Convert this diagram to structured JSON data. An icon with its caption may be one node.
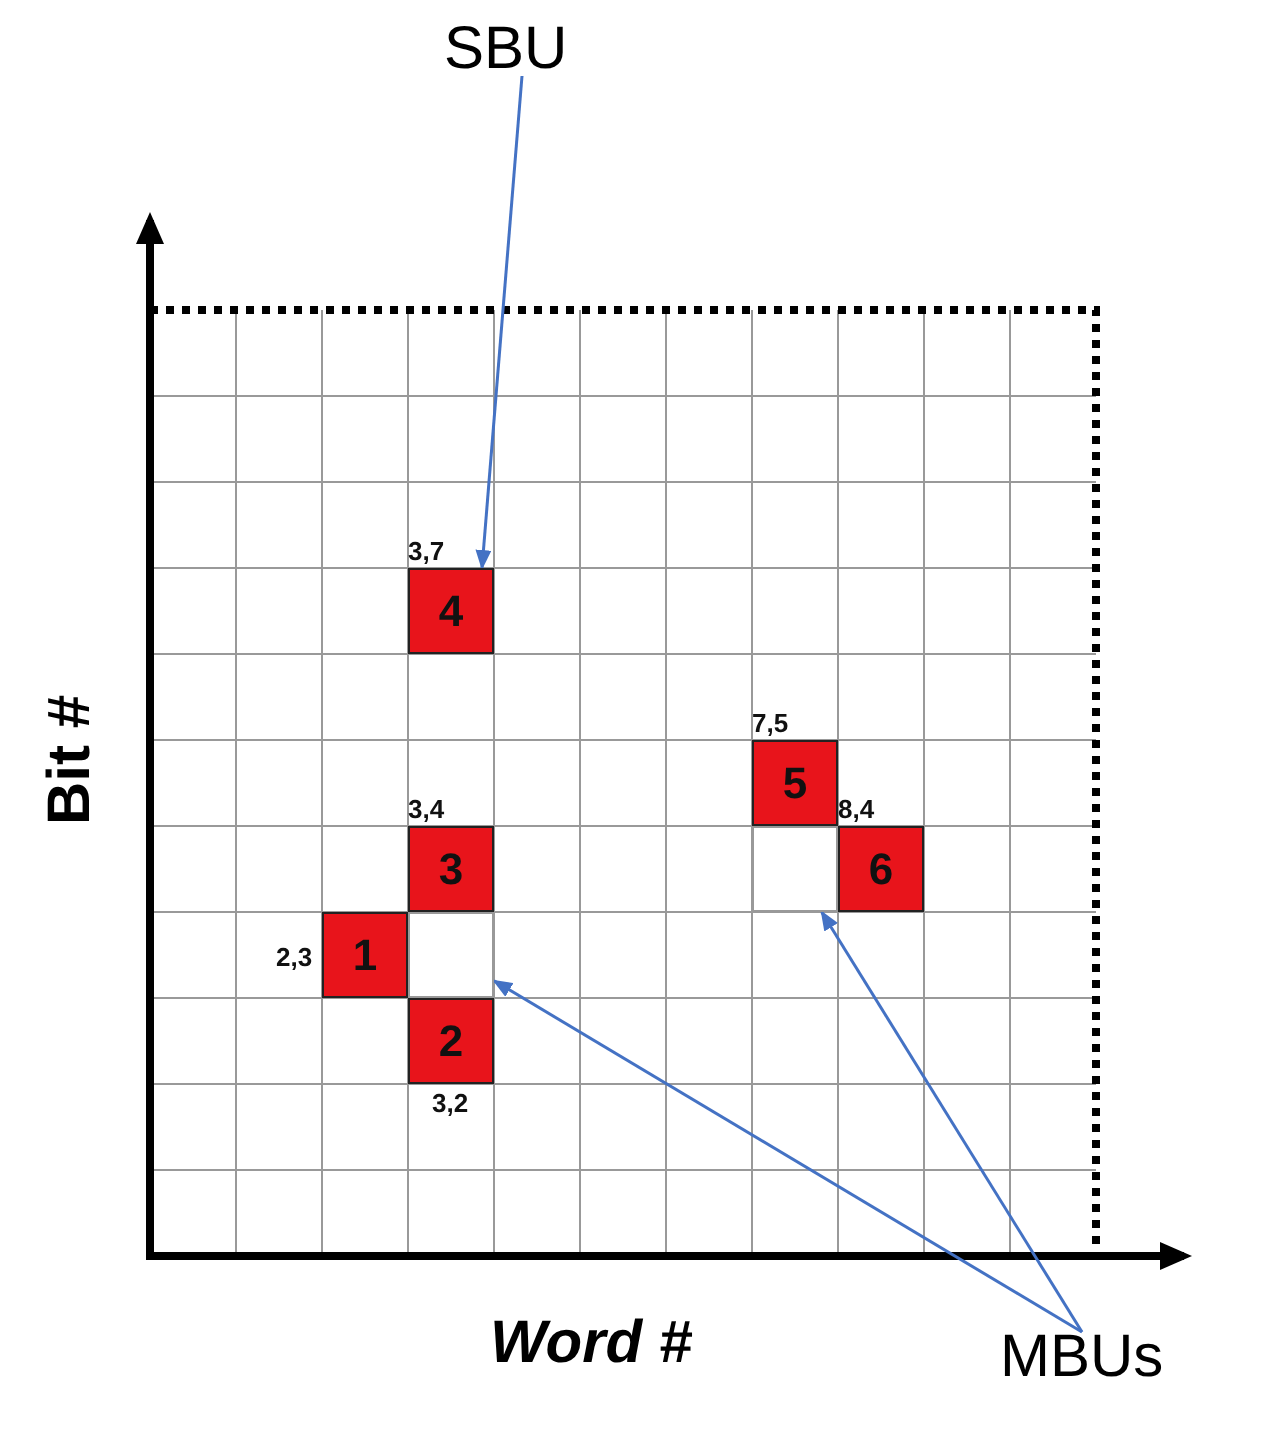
{
  "diagram": {
    "nodes": [
      {
        "text": [
          "SBU"
        ]
      },
      {
        "text": [
          "4"
        ],
        "beside": [
          "3,7"
        ]
      },
      {
        "text": [
          "5"
        ],
        "beside": [
          "7,5"
        ]
      },
      {
        "text": [
          "3"
        ],
        "beside": [
          "3,4"
        ]
      },
      {
        "text": [
          "6"
        ],
        "beside": [
          "8,4"
        ]
      },
      {
        "text": [
          "1"
        ],
        "beside": [
          "2,3"
        ]
      },
      {
        "text": [
          "2"
        ],
        "beside": [
          "3,2"
        ]
      },
      {
        "text": [],
        "shape": "box"
      },
      {
        "text": [],
        "shape": "box"
      },
      {
        "text": [
          "MBUs"
        ]
      }
    ],
    "edges": [
      {
        "from": 0,
        "to": 1,
        "arrow": "to"
      },
      {
        "from": 9,
        "to": 7,
        "arrow": "to"
      },
      {
        "from": 9,
        "to": 8,
        "arrow": "to"
      }
    ],
    "labels": [
      "Bit #",
      "Word #"
    ]
  }
}
